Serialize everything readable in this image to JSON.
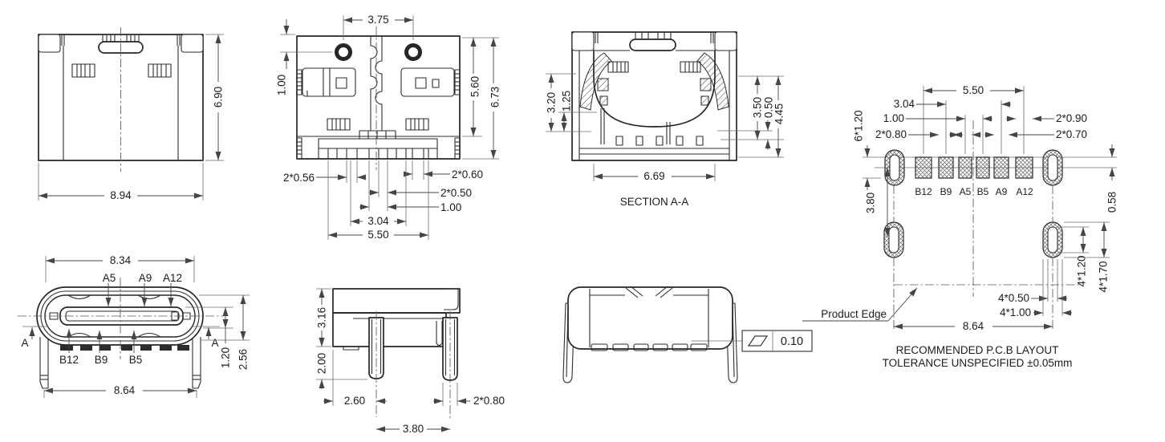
{
  "views": {
    "front": {
      "dim_width": "8.94",
      "dim_height": "6.90"
    },
    "rear": {
      "dim_screw_pitch": "3.75",
      "dim_screw_depth": "1.00",
      "dim_shell_height": "5.60",
      "dim_overall_height": "6.73",
      "dim_pad_a": "2*0.56",
      "dim_pad_b": "2*0.60",
      "dim_pad_c": "2*0.50",
      "dim_pitch_center": "1.00",
      "dim_pitch_mid": "3.04",
      "dim_pitch_outer": "5.50"
    },
    "section": {
      "label": "SECTION A-A",
      "dim_depth_a": "3.20",
      "dim_depth_b": "1.25",
      "dim_depth_c": "3.50",
      "dim_depth_d": "0.50",
      "dim_depth_e": "4.45",
      "dim_cavity_width": "6.69"
    },
    "mating": {
      "dim_shell_width": "8.34",
      "dim_leg_span": "8.64",
      "dim_tongue_offset": "1.20",
      "dim_center_height": "2.56",
      "section_marker": "A",
      "pins_top": [
        "A5",
        "A9",
        "A12"
      ],
      "pins_bottom": [
        "B12",
        "B9",
        "B5"
      ]
    },
    "side": {
      "dim_body_height": "3.16",
      "dim_leg_length": "2.00",
      "dim_front_to_leg": "2.60",
      "dim_leg_width": "2*0.80",
      "dim_leg_pitch": "3.80"
    },
    "bottom": {
      "flatness_tolerance": "0.10"
    },
    "pcb": {
      "dim_pad_span": "5.50",
      "dim_pad_mid": "3.04",
      "dim_pad_center": "1.00",
      "dim_pad_w_inner": "2*0.80",
      "dim_pad_height": "6*1.20",
      "dim_pad_w_outer": "2*0.90",
      "dim_pad_w_mid": "2*0.70",
      "dim_row_gap": "3.80",
      "dim_pad_edge": "0.58",
      "dim_hole_w": "4*0.50",
      "dim_hole_outer_w": "4*1.00",
      "dim_hole_h": "4*1.20",
      "dim_hole_outer_h": "4*1.70",
      "dim_hole_span": "8.64",
      "edge_label": "Product Edge",
      "pads": [
        "B12",
        "B9",
        "A5",
        "B5",
        "A9",
        "A12"
      ],
      "caption_line1": "RECOMMENDED P.C.B LAYOUT",
      "caption_line2": "TOLERANCE UNSPECIFIED ±0.05mm"
    }
  }
}
